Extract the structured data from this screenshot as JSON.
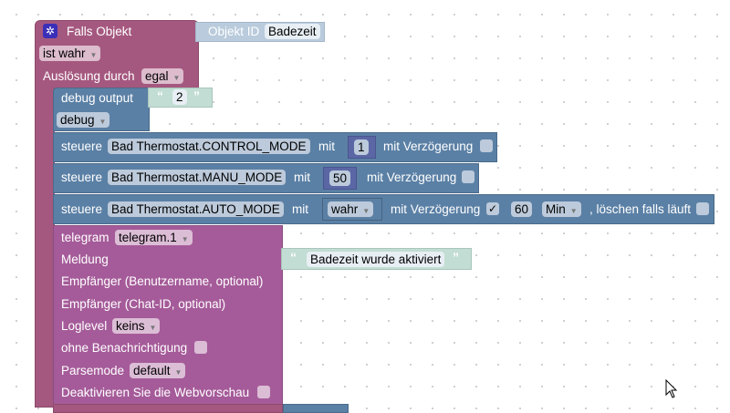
{
  "trigger": {
    "title": "Falls Objekt",
    "condition": "ist wahr",
    "trigger_label": "Auslösung durch",
    "trigger_value": "egal"
  },
  "object_id": {
    "label": "Objekt ID",
    "value": "Badezeit"
  },
  "debug": {
    "label": "debug output",
    "value": "2",
    "level": "debug"
  },
  "controls": [
    {
      "label": "steuere",
      "target": "Bad Thermostat.CONTROL_MODE",
      "mit": "mit",
      "value": "1",
      "delay_label": "mit Verzögerung"
    },
    {
      "label": "steuere",
      "target": "Bad Thermostat.MANU_MODE",
      "mit": "mit",
      "value": "50",
      "delay_label": "mit Verzögerung"
    },
    {
      "label": "steuere",
      "target": "Bad Thermostat.AUTO_MODE",
      "mit": "mit",
      "value": "wahr",
      "delay_label": "mit Verzögerung",
      "delay_checked": "✓",
      "delay_value": "60",
      "delay_unit": "Min",
      "clear_label": ", löschen falls läuft"
    }
  ],
  "telegram": {
    "label": "telegram",
    "instance": "telegram.1",
    "message_label": "Meldung",
    "message": "Badezeit wurde aktiviert",
    "recipient_user": "Empfänger (Benutzername, optional)",
    "recipient_chat": "Empfänger (Chat-ID, optional)",
    "loglevel_label": "Loglevel",
    "loglevel": "keins",
    "silent_label": "ohne Benachrichtigung",
    "parsemode_label": "Parsemode",
    "parsemode": "default",
    "preview_label": "Deaktivieren Sie die Webvorschau"
  }
}
